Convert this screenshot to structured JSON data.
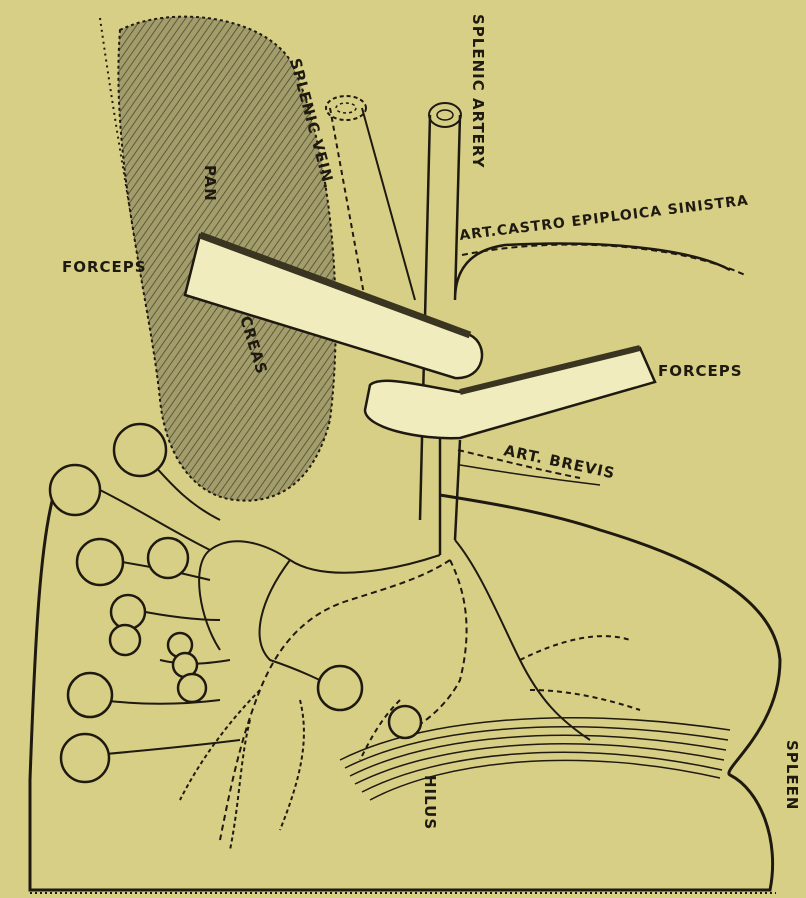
{
  "figure": {
    "labels": {
      "pancreas_part1": "PAN",
      "pancreas_part2": "CREAS",
      "splenic_vein": "SPLENIC VEIN.",
      "splenic_artery": "SPLENIC ARTERY",
      "art_gastro_epiploica": "ART.CASTRO EPIPLOICA SINISTRA",
      "forceps_left": "FORCEPS",
      "forceps_right": "FORCEPS",
      "art_brevis": "ART. BREVIS",
      "hilus": "HILUS",
      "spleen": "SPLEEN"
    },
    "colors": {
      "paper": "#d8cf86",
      "ink": "#1f1a10",
      "pancreas_shading": "#8f8a5e",
      "forceps_fill": "#f1ecbd"
    }
  }
}
